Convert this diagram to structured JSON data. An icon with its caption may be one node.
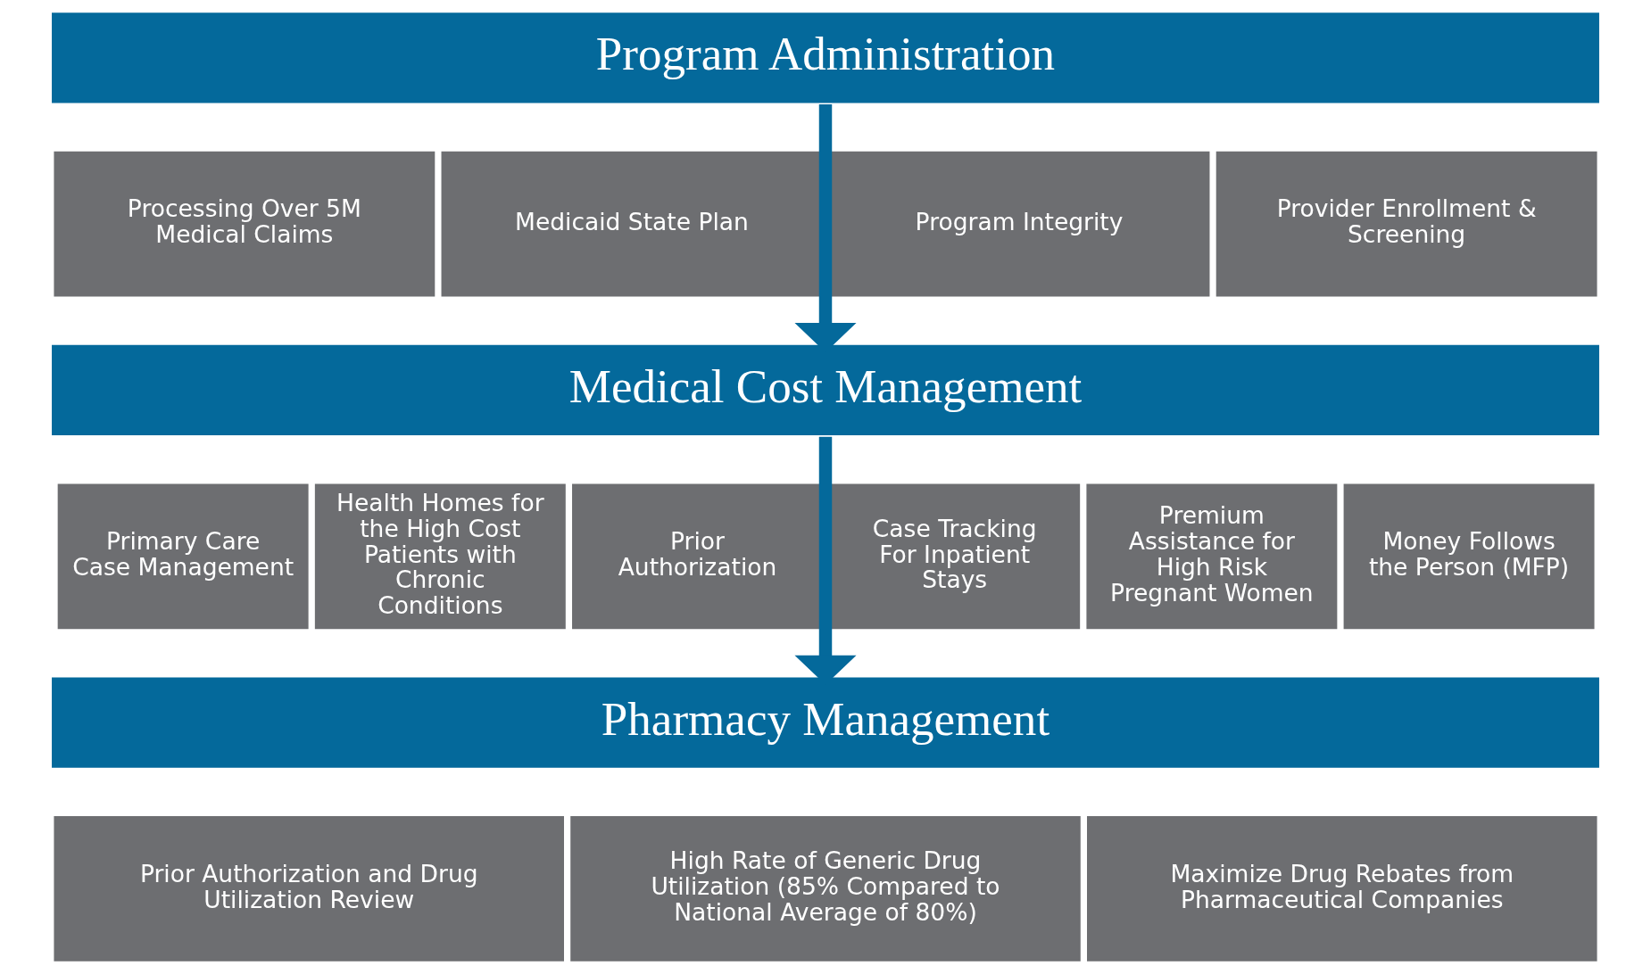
{
  "diagram": {
    "nodes": [
      {
        "text": [
          "Program Administration"
        ]
      },
      {
        "text": [
          "Processing Over 5M Medical Claims"
        ]
      },
      {
        "text": [
          "Medicaid State Plan"
        ]
      },
      {
        "text": [
          "Program Integrity"
        ]
      },
      {
        "text": [
          "Provider Enrollment & Screening"
        ]
      },
      {
        "text": [
          "Medical Cost Management"
        ]
      },
      {
        "text": [
          "Primary Care Case Management"
        ]
      },
      {
        "text": [
          "Health Homes for the High Cost Patients with Chronic Conditions"
        ]
      },
      {
        "text": [
          "Prior Authorization"
        ]
      },
      {
        "text": [
          "Case Tracking For Inpatient Stays"
        ]
      },
      {
        "text": [
          "Premium Assistance for High Risk Pregnant Women"
        ]
      },
      {
        "text": [
          "Money Follows the Person (MFP)"
        ]
      },
      {
        "text": [
          "Pharmacy Management"
        ]
      },
      {
        "text": [
          "Prior Authorization and Drug Utilization Review"
        ]
      },
      {
        "text": [
          "High Rate of Generic Drug Utilization (85% Compared to National Average of 80%)"
        ]
      },
      {
        "text": [
          "Maximize Drug Rebates from Pharmaceutical Companies"
        ]
      }
    ],
    "edges": [
      {
        "from": 0,
        "to": 5,
        "arrow": "to"
      },
      {
        "from": 5,
        "to": 12,
        "arrow": "to"
      }
    ]
  }
}
